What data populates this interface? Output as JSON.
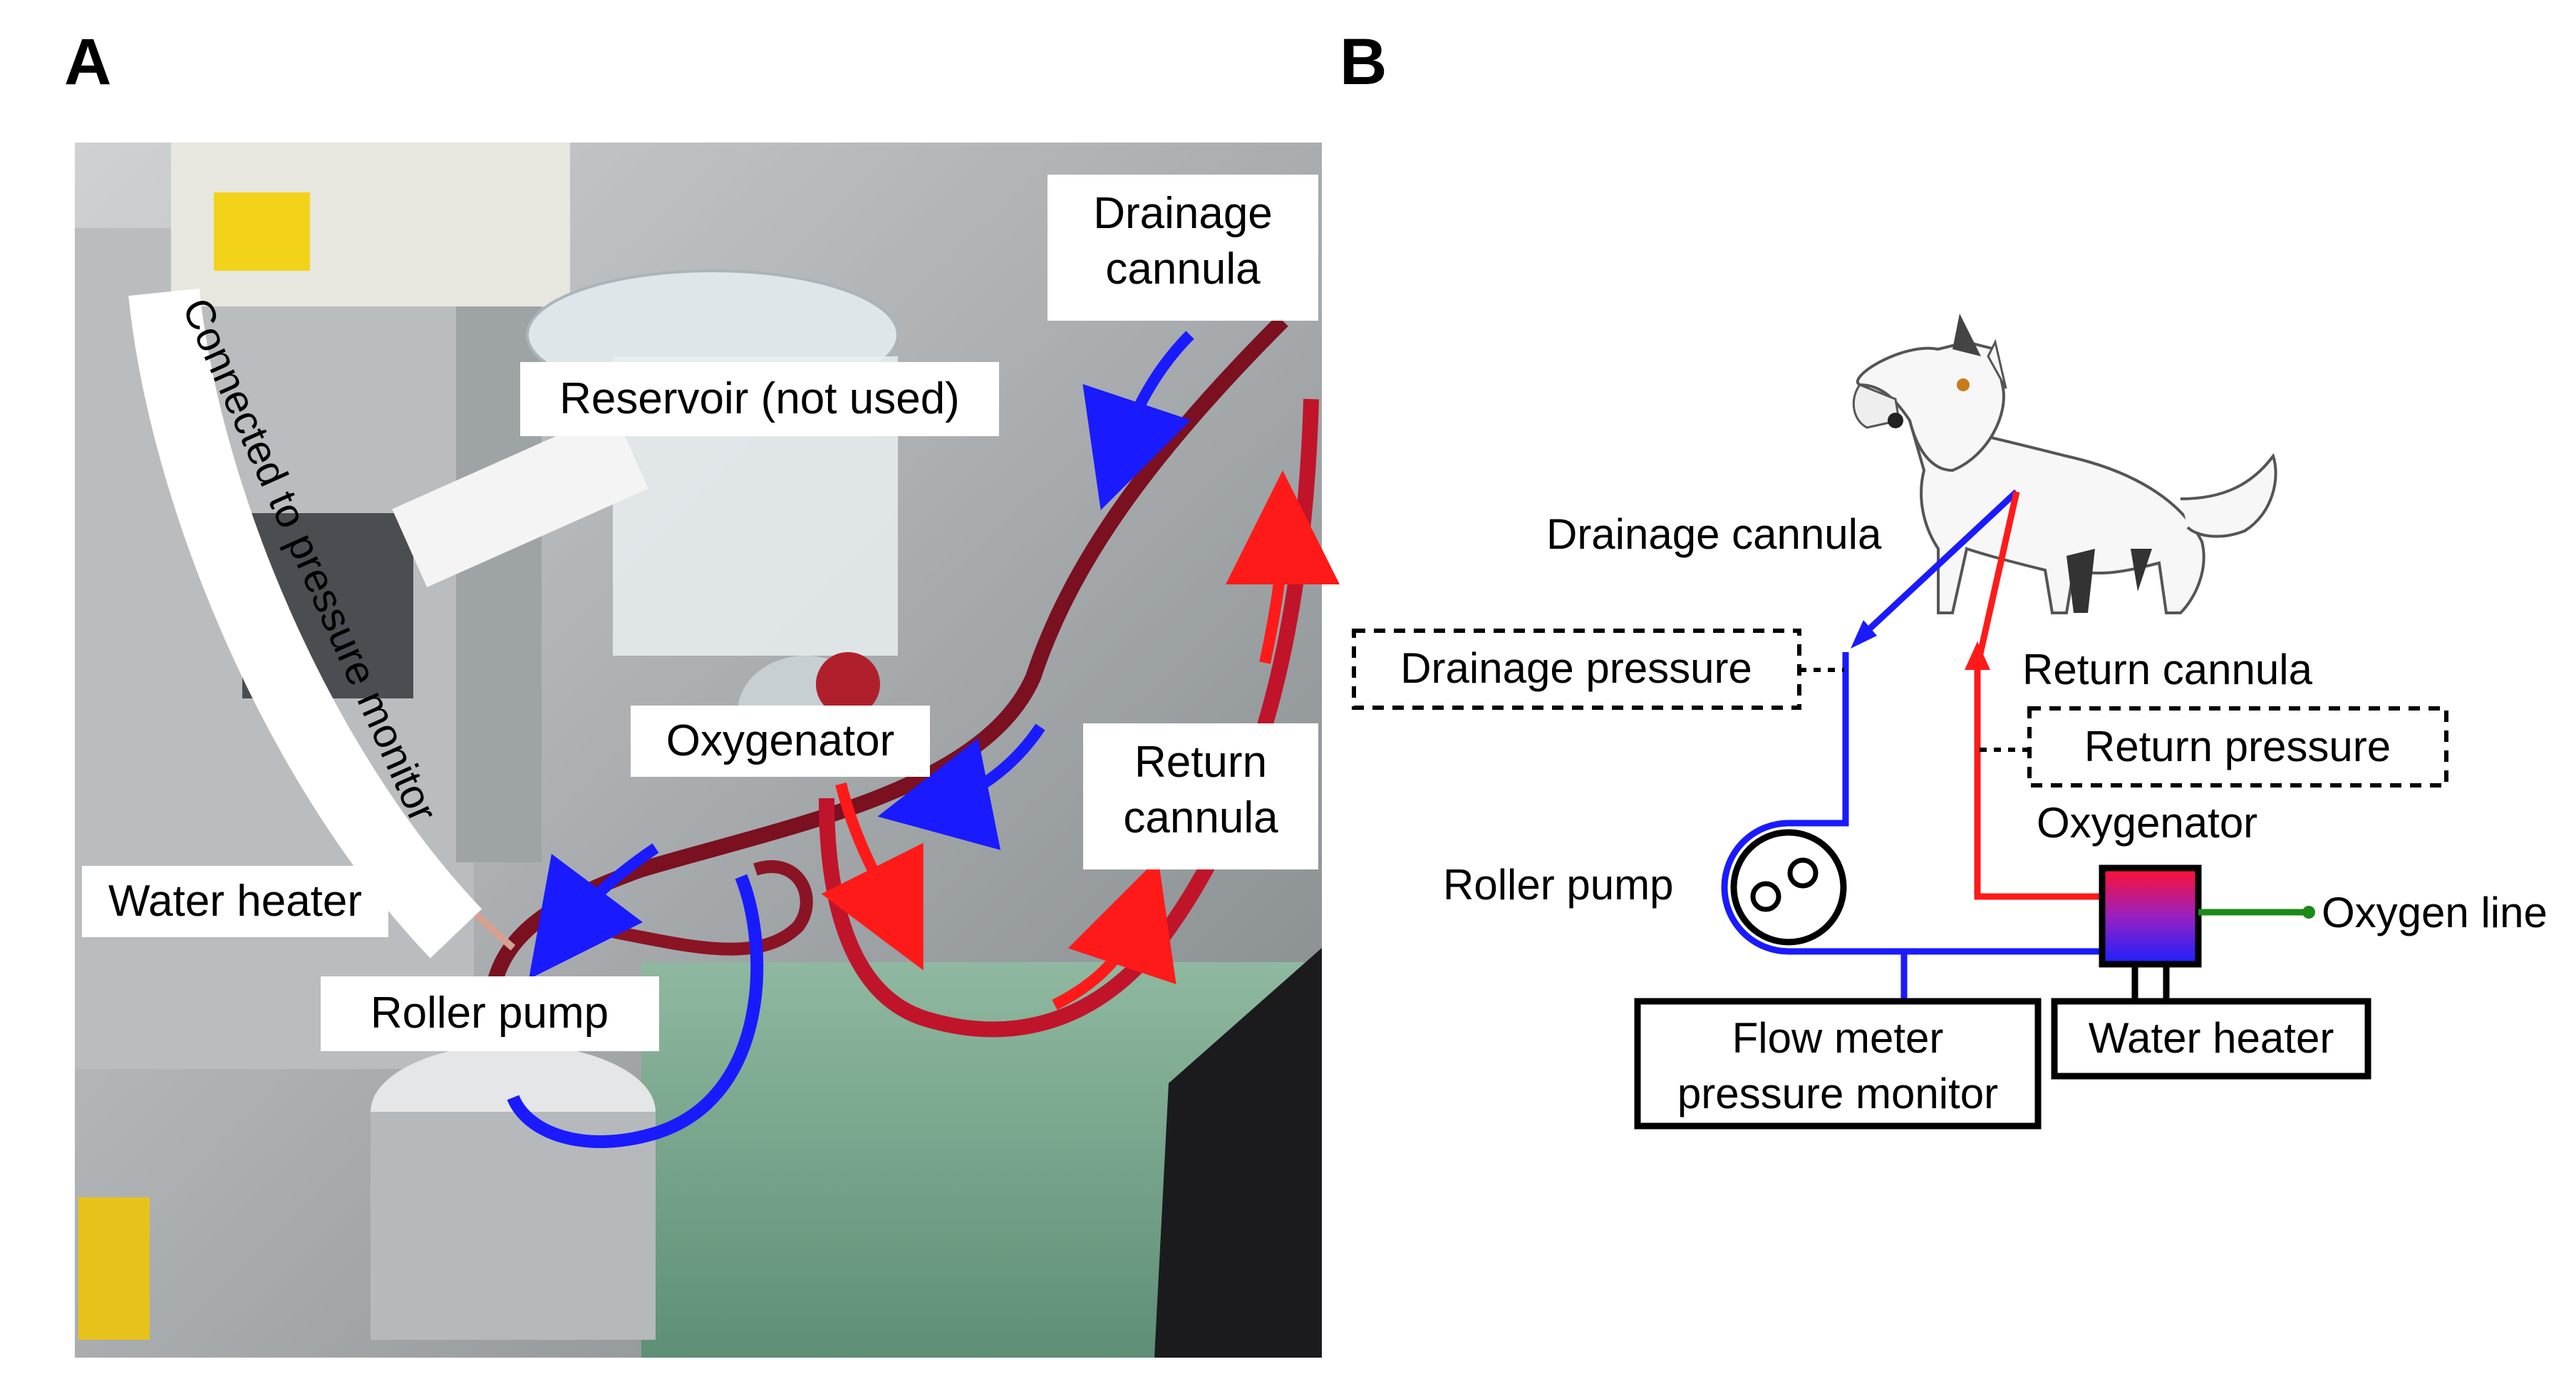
{
  "panels": {
    "a": {
      "letter": "A"
    },
    "b": {
      "letter": "B"
    }
  },
  "photo": {
    "labels": {
      "drainage_cannula_line1": "Drainage",
      "drainage_cannula_line2": "cannula",
      "reservoir": "Reservoir (not used)",
      "pressure_monitor": "Connected to pressure monitor",
      "oxygenator": "Oxygenator",
      "return_cannula_line1": "Return",
      "return_cannula_line2": "cannula",
      "water_heater": "Water heater",
      "roller_pump": "Roller pump"
    }
  },
  "schematic": {
    "labels": {
      "drainage_cannula": "Drainage cannula",
      "drainage_pressure": "Drainage pressure",
      "return_cannula": "Return cannula",
      "return_pressure": "Return pressure",
      "oxygenator": "Oxygenator",
      "roller_pump": "Roller pump",
      "oxygen_line": "Oxygen line",
      "flow_meter_line1": "Flow meter",
      "flow_meter_line2": "pressure monitor",
      "water_heater": "Water heater"
    }
  },
  "colors": {
    "venous": "#1a1aff",
    "arterial": "#ff1a1a",
    "oxygen": "#1a8a1a",
    "tube_dark": "#7a1020",
    "tube_red": "#c0142a"
  }
}
